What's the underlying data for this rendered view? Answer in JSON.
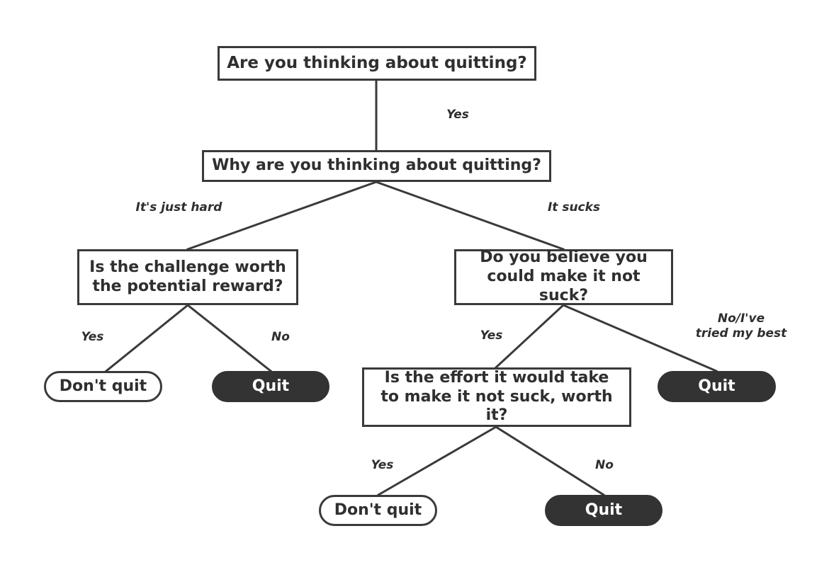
{
  "diagram": {
    "title": "Quitting decision flowchart",
    "background_color": "#ffffff",
    "line_color": "#3a3a3a",
    "dark_fill_color": "#333333",
    "text_color": "#2f2f2f",
    "dark_text_color": "#ffffff"
  },
  "nodes": {
    "q1": {
      "text": "Are you thinking about quitting?",
      "shape": "rect"
    },
    "q2": {
      "text": "Why are you thinking about quitting?",
      "shape": "rect"
    },
    "q3": {
      "text": "Is the challenge worth the potential reward?",
      "shape": "rect"
    },
    "q4": {
      "text": "Do you believe you could make it not suck?",
      "shape": "rect"
    },
    "q5": {
      "text": "Is the effort it would take to make it not suck, worth it?",
      "shape": "rect"
    },
    "r1": {
      "text": "Don't quit",
      "shape": "pill-light"
    },
    "r2": {
      "text": "Quit",
      "shape": "pill-dark"
    },
    "r3": {
      "text": "Quit",
      "shape": "pill-dark"
    },
    "r4": {
      "text": "Don't quit",
      "shape": "pill-light"
    },
    "r5": {
      "text": "Quit",
      "shape": "pill-dark"
    }
  },
  "edge_labels": {
    "e1": "Yes",
    "e2": "It's just hard",
    "e3": "It sucks",
    "e4": "Yes",
    "e5": "No",
    "e6": "Yes",
    "e7": "No/I've\ntried my best",
    "e8": "Yes",
    "e9": "No"
  }
}
